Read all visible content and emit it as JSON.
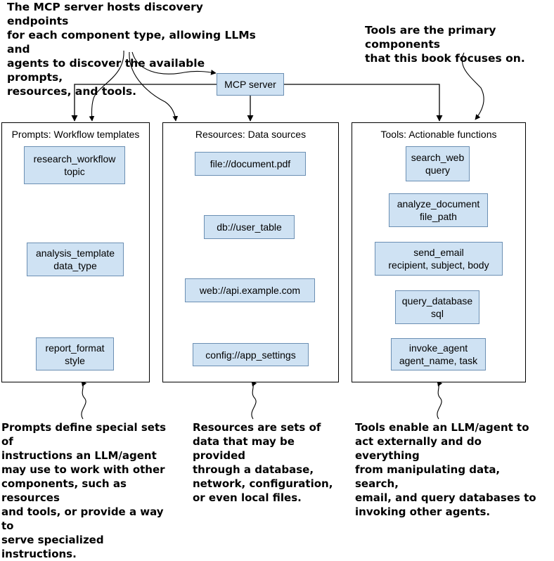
{
  "annotations": {
    "top_left": "The MCP server hosts discovery endpoints\nfor each component type, allowing LLMs and\nagents to discover the available prompts,\nresources, and tools.",
    "top_right": "Tools are the primary components\nthat this book focuses on.",
    "bottom_prompts": "Prompts define special sets of\ninstructions an LLM/agent\nmay use to work with other\ncomponents, such as resources\nand tools, or provide a way to\nserve specialized instructions.",
    "bottom_resources": "Resources are sets of\ndata that may be provided\nthrough a database,\nnetwork, configuration,\nor even local files.",
    "bottom_tools": "Tools enable an LLM/agent to\nact externally and do everything\nfrom manipulating data, search,\nemail, and query databases to\ninvoking other agents."
  },
  "server": {
    "label": "MCP server"
  },
  "panels": {
    "prompts": {
      "title": "Prompts: Workflow templates",
      "items": [
        {
          "name": "research_workflow",
          "param": "topic"
        },
        {
          "name": "analysis_template",
          "param": "data_type"
        },
        {
          "name": "report_format",
          "param": "style"
        }
      ]
    },
    "resources": {
      "title": "Resources: Data sources",
      "items": [
        {
          "name": "file://document.pdf"
        },
        {
          "name": "db://user_table"
        },
        {
          "name": "web://api.example.com"
        },
        {
          "name": "config://app_settings"
        }
      ]
    },
    "tools": {
      "title": "Tools: Actionable functions",
      "items": [
        {
          "name": "search_web",
          "param": "query"
        },
        {
          "name": "analyze_document",
          "param": "file_path"
        },
        {
          "name": "send_email",
          "param": "recipient, subject, body"
        },
        {
          "name": "query_database",
          "param": "sql"
        },
        {
          "name": "invoke_agent",
          "param": "agent_name, task"
        }
      ]
    }
  },
  "colors": {
    "node_fill": "#cfe2f3",
    "node_border": "#6b8fb3",
    "line": "#000000"
  }
}
